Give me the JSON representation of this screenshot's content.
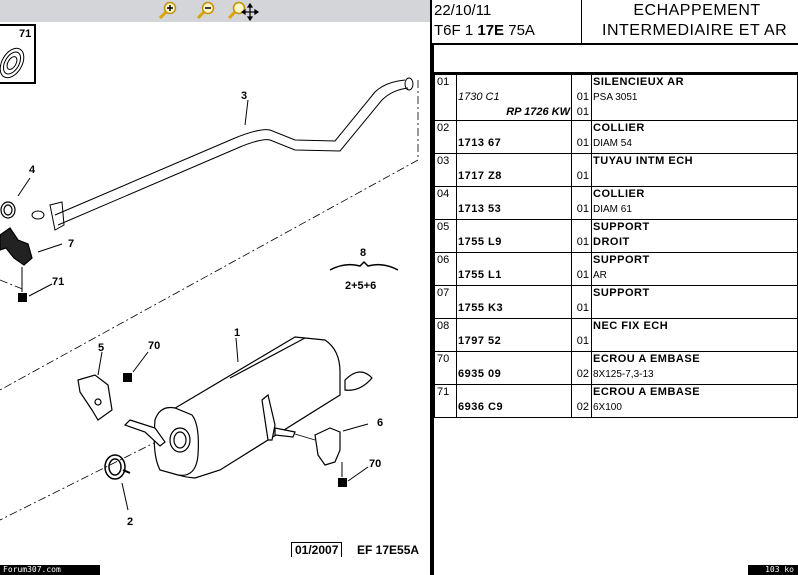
{
  "toolbar": {
    "buttons": [
      {
        "name": "zoom-in",
        "icon": "zoom-in-icon"
      },
      {
        "name": "zoom-out",
        "icon": "zoom-out-icon"
      },
      {
        "name": "zoom-pan",
        "icon": "zoom-pan-icon"
      }
    ]
  },
  "diagram": {
    "callouts": {
      "inset": "71",
      "c1": "1",
      "c2": "2",
      "c3": "3",
      "c4": "4",
      "c5": "5",
      "c6": "6",
      "c7": "7",
      "c8": "8",
      "c8_sub": "2+5+6",
      "c70a": "70",
      "c70b": "70",
      "c71": "71"
    },
    "footer_date": "01/2007",
    "footer_code": "EF 17E55A"
  },
  "header": {
    "date": "22/10/11",
    "code_prefix": "T6F 1 ",
    "code_bold": "17E",
    "code_suffix": " 75A",
    "title_line1": "ECHAPPEMENT",
    "title_line2": "INTERMEDIAIRE ET AR"
  },
  "parts": [
    {
      "num": "01",
      "ref": "",
      "ref_alt": "1730 C1",
      "ref_alt2": "RP 1726 KW",
      "qty": "01",
      "qty2": "01",
      "title": "SILENCIEUX AR",
      "sub": "PSA 3051",
      "sub_bold": false
    },
    {
      "num": "02",
      "ref": "1713 67",
      "qty": "01",
      "title": "COLLIER",
      "sub": "DIAM 54",
      "sub_bold": false
    },
    {
      "num": "03",
      "ref": "1717 Z8",
      "qty": "01",
      "title": "TUYAU INTM ECH",
      "sub": "",
      "sub_bold": false
    },
    {
      "num": "04",
      "ref": "1713 53",
      "qty": "01",
      "title": "COLLIER",
      "sub": "DIAM 61",
      "sub_bold": false
    },
    {
      "num": "05",
      "ref": "1755 L9",
      "qty": "01",
      "title": "SUPPORT",
      "sub": "DROIT",
      "sub_bold": true
    },
    {
      "num": "06",
      "ref": "1755 L1",
      "qty": "01",
      "title": "SUPPORT",
      "sub": "AR",
      "sub_bold": false
    },
    {
      "num": "07",
      "ref": "1755 K3",
      "qty": "01",
      "title": "SUPPORT",
      "sub": "",
      "sub_bold": false
    },
    {
      "num": "08",
      "ref": "1797 52",
      "qty": "01",
      "title": "NEC FIX ECH",
      "sub": "",
      "sub_bold": false
    },
    {
      "num": "70",
      "ref": "6935 09",
      "qty": "02",
      "title": "ECROU A EMBASE",
      "sub": "8X125-7,3-13",
      "sub_bold": false
    },
    {
      "num": "71",
      "ref": "6936 C9",
      "qty": "02",
      "title": "ECROU A EMBASE",
      "sub": "6X100",
      "sub_bold": false
    }
  ],
  "status": {
    "left": "Forum307.com",
    "right": "103 ko"
  }
}
